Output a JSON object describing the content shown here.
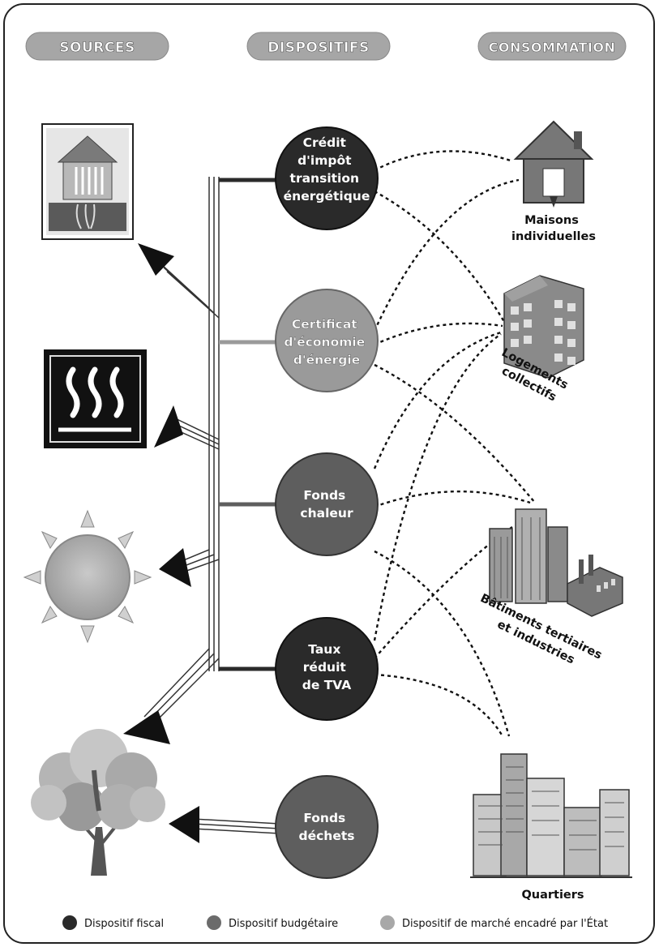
{
  "headers": {
    "sources": "SOURCES",
    "dispositifs": "DISPOSITIFS",
    "consommation": "CONSOMMATION"
  },
  "dispositifs": [
    {
      "id": "cite",
      "lines": [
        "Crédit",
        "d'impôt",
        "transition",
        "énergétique"
      ],
      "type": "fiscal"
    },
    {
      "id": "cee",
      "lines": [
        "Certificat",
        "d'économie",
        "d'énergie"
      ],
      "type": "marche"
    },
    {
      "id": "fonds-chaleur",
      "lines": [
        "Fonds",
        "chaleur"
      ],
      "type": "budgetaire"
    },
    {
      "id": "tva",
      "lines": [
        "Taux",
        "réduit",
        "de TVA"
      ],
      "type": "fiscal"
    },
    {
      "id": "fonds-dechets",
      "lines": [
        "Fonds",
        "déchets"
      ],
      "type": "budgetaire"
    }
  ],
  "consommation": [
    {
      "id": "maisons",
      "lines": [
        "Maisons",
        "individuelles"
      ]
    },
    {
      "id": "logements",
      "lines": [
        "Logements",
        "collectifs"
      ]
    },
    {
      "id": "batiments",
      "lines": [
        "Bâtiments tertiaires",
        "et industries"
      ]
    },
    {
      "id": "quartiers",
      "lines": [
        "Quartiers"
      ]
    }
  ],
  "sources": [
    {
      "id": "geothermie",
      "icon": "geothermal-house-icon"
    },
    {
      "id": "chaleur",
      "icon": "heat-waves-icon"
    },
    {
      "id": "solaire",
      "icon": "sun-icon"
    },
    {
      "id": "biomasse",
      "icon": "tree-icon"
    }
  ],
  "legend": [
    {
      "label": "Dispositif fiscal",
      "color": "#2a2a2a"
    },
    {
      "label": "Dispositif budgétaire",
      "color": "#6b6b6b"
    },
    {
      "label": "Dispositif de marché encadré par l'État",
      "color": "#a8a8a8"
    }
  ],
  "colors": {
    "fiscal": "#2a2a2a",
    "budgetaire": "#5e5e5e",
    "marche": "#9a9a9a",
    "header": "#a6a6a6"
  }
}
